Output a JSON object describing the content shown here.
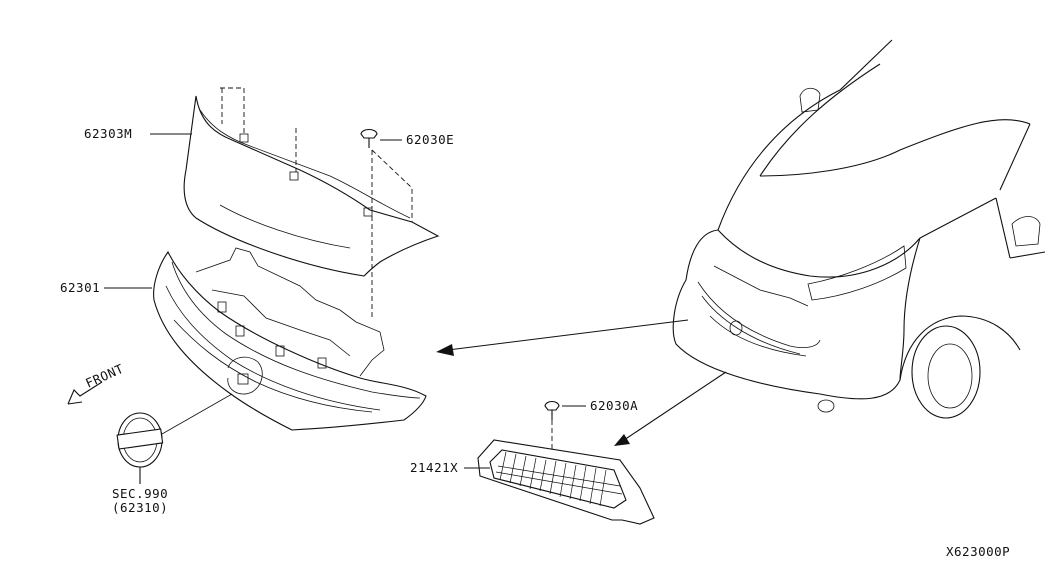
{
  "callouts": {
    "part_62303m": "62303M",
    "part_62030e": "62030E",
    "part_62301": "62301",
    "part_62030a": "62030A",
    "part_21421x": "21421X",
    "front_marker": "FRONT",
    "section_ref": "SEC.990",
    "section_sub": "(62310)",
    "diagram_code": "X623000P"
  }
}
